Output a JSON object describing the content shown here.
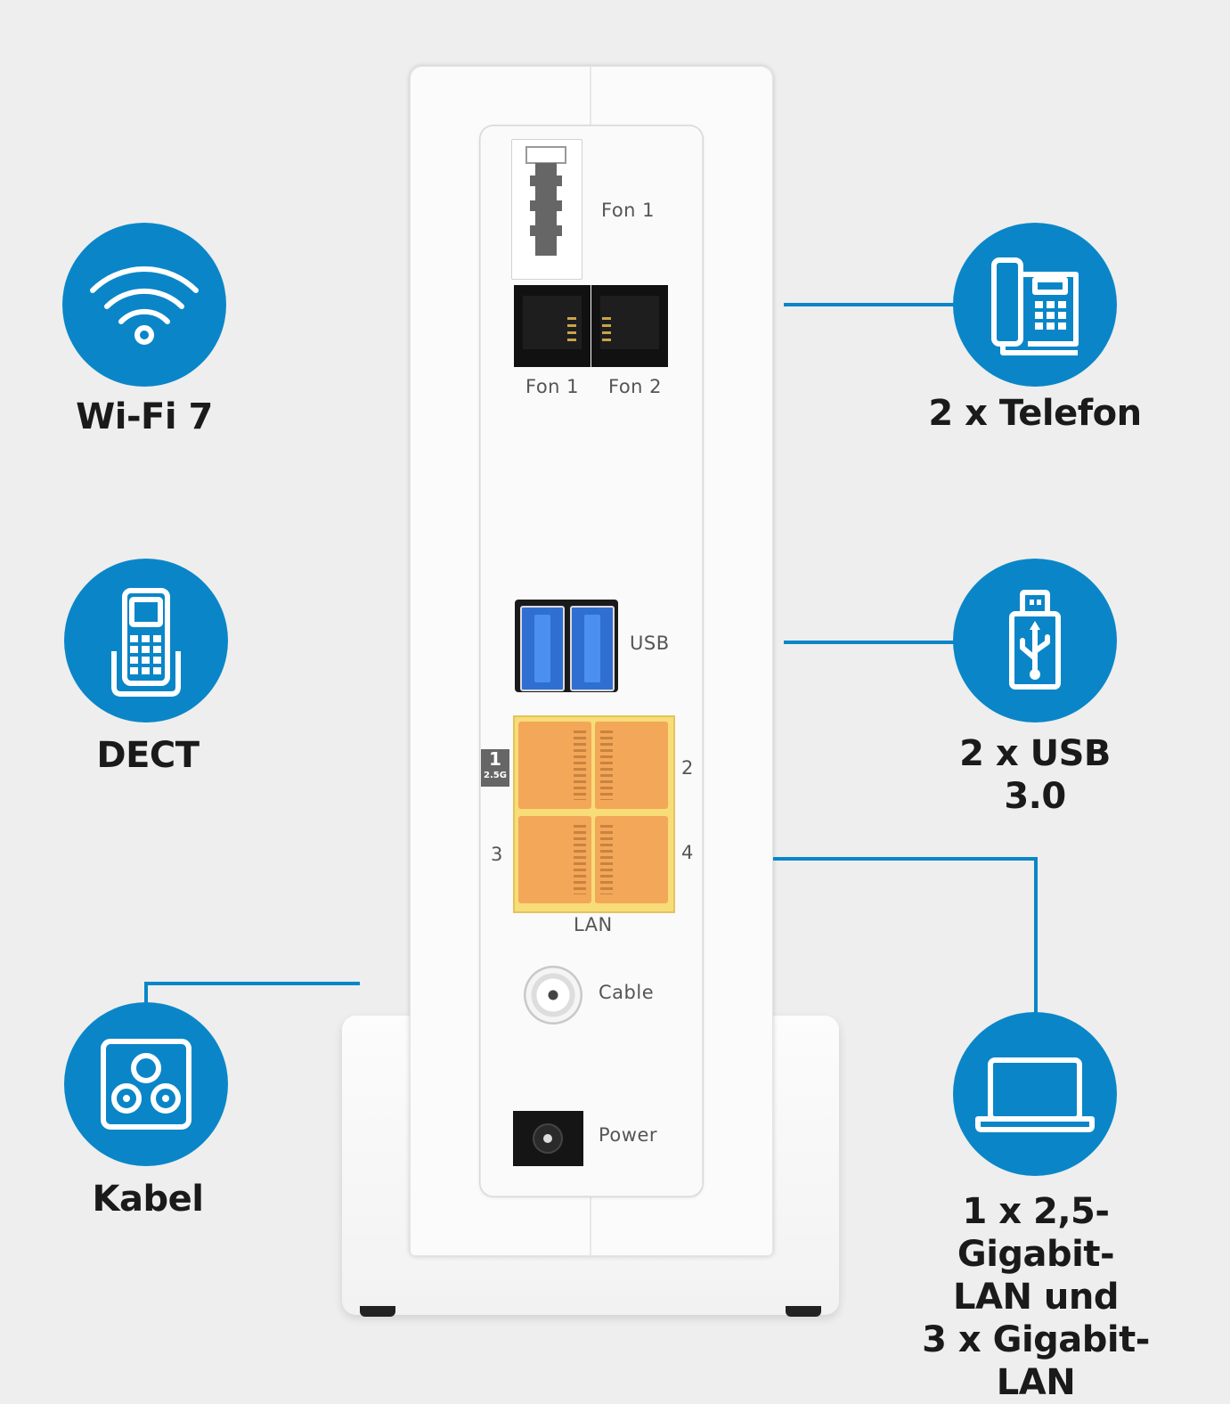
{
  "features": {
    "wifi": {
      "label": "Wi-Fi 7",
      "icon": "wifi-icon"
    },
    "dect": {
      "label": "DECT",
      "icon": "dect-handset-icon"
    },
    "kabel": {
      "label": "Kabel",
      "icon": "coax-outlet-icon"
    },
    "telefon": {
      "label": "2 x Telefon",
      "icon": "desk-phone-icon"
    },
    "usb": {
      "label": "2 x USB 3.0",
      "icon": "usb-stick-icon"
    },
    "lan": {
      "label_lines": [
        "1 x 2,5-Gigabit-",
        "LAN und",
        "3 x Gigabit-LAN"
      ],
      "icon": "laptop-icon"
    }
  },
  "device": {
    "ports": {
      "fon1_tae": "Fon 1",
      "fon1_rj": "Fon 1",
      "fon2_rj": "Fon 2",
      "usb": "USB",
      "lan": "LAN",
      "lan_numbers": [
        "2",
        "3",
        "4"
      ],
      "lan_badge_top": "1",
      "lan_badge_bottom": "2.5G",
      "cable": "Cable",
      "power": "Power"
    }
  },
  "colors": {
    "accent": "#0a86c8",
    "background": "#eeeeee",
    "lan_yellow": "#f8dc78",
    "lan_orange": "#f3a758",
    "usb_blue": "#2f6fd2"
  }
}
